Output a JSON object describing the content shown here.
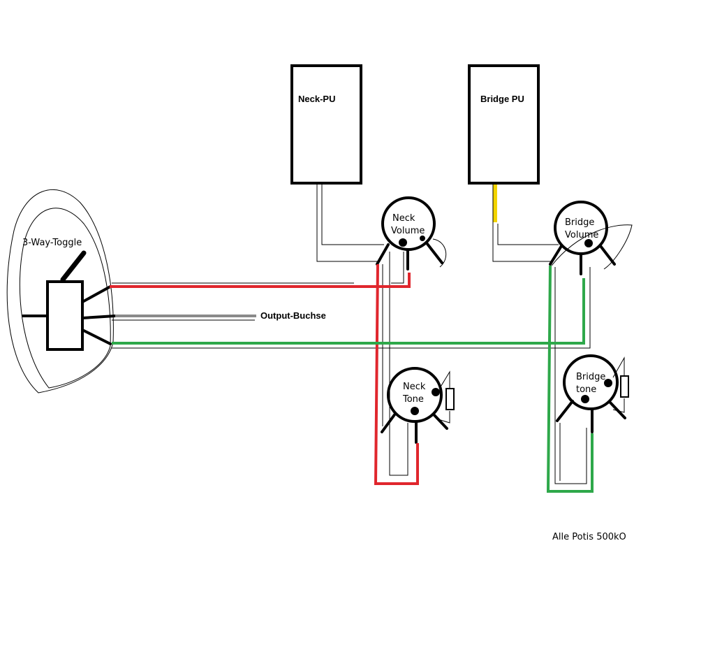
{
  "labels": {
    "neck_pu": "Neck-PU",
    "bridge_pu": "Bridge PU",
    "toggle": "3-Way-Toggle",
    "output": "Output-Buchse",
    "neck_volume_1": "Neck",
    "neck_volume_2": "Volume",
    "bridge_volume_1": "Bridge",
    "bridge_volume_2": "Volume",
    "neck_tone_1": "Neck",
    "neck_tone_2": "Tone",
    "bridge_tone_1": "Bridge",
    "bridge_tone_2": "tone",
    "note": "Alle Potis 500kO"
  },
  "colors": {
    "red_wire": "#e0262d",
    "green_wire": "#2ea84a",
    "grey_wire": "#8a8a8a",
    "yellow_wire": "#f2d400",
    "outline": "#000000"
  }
}
